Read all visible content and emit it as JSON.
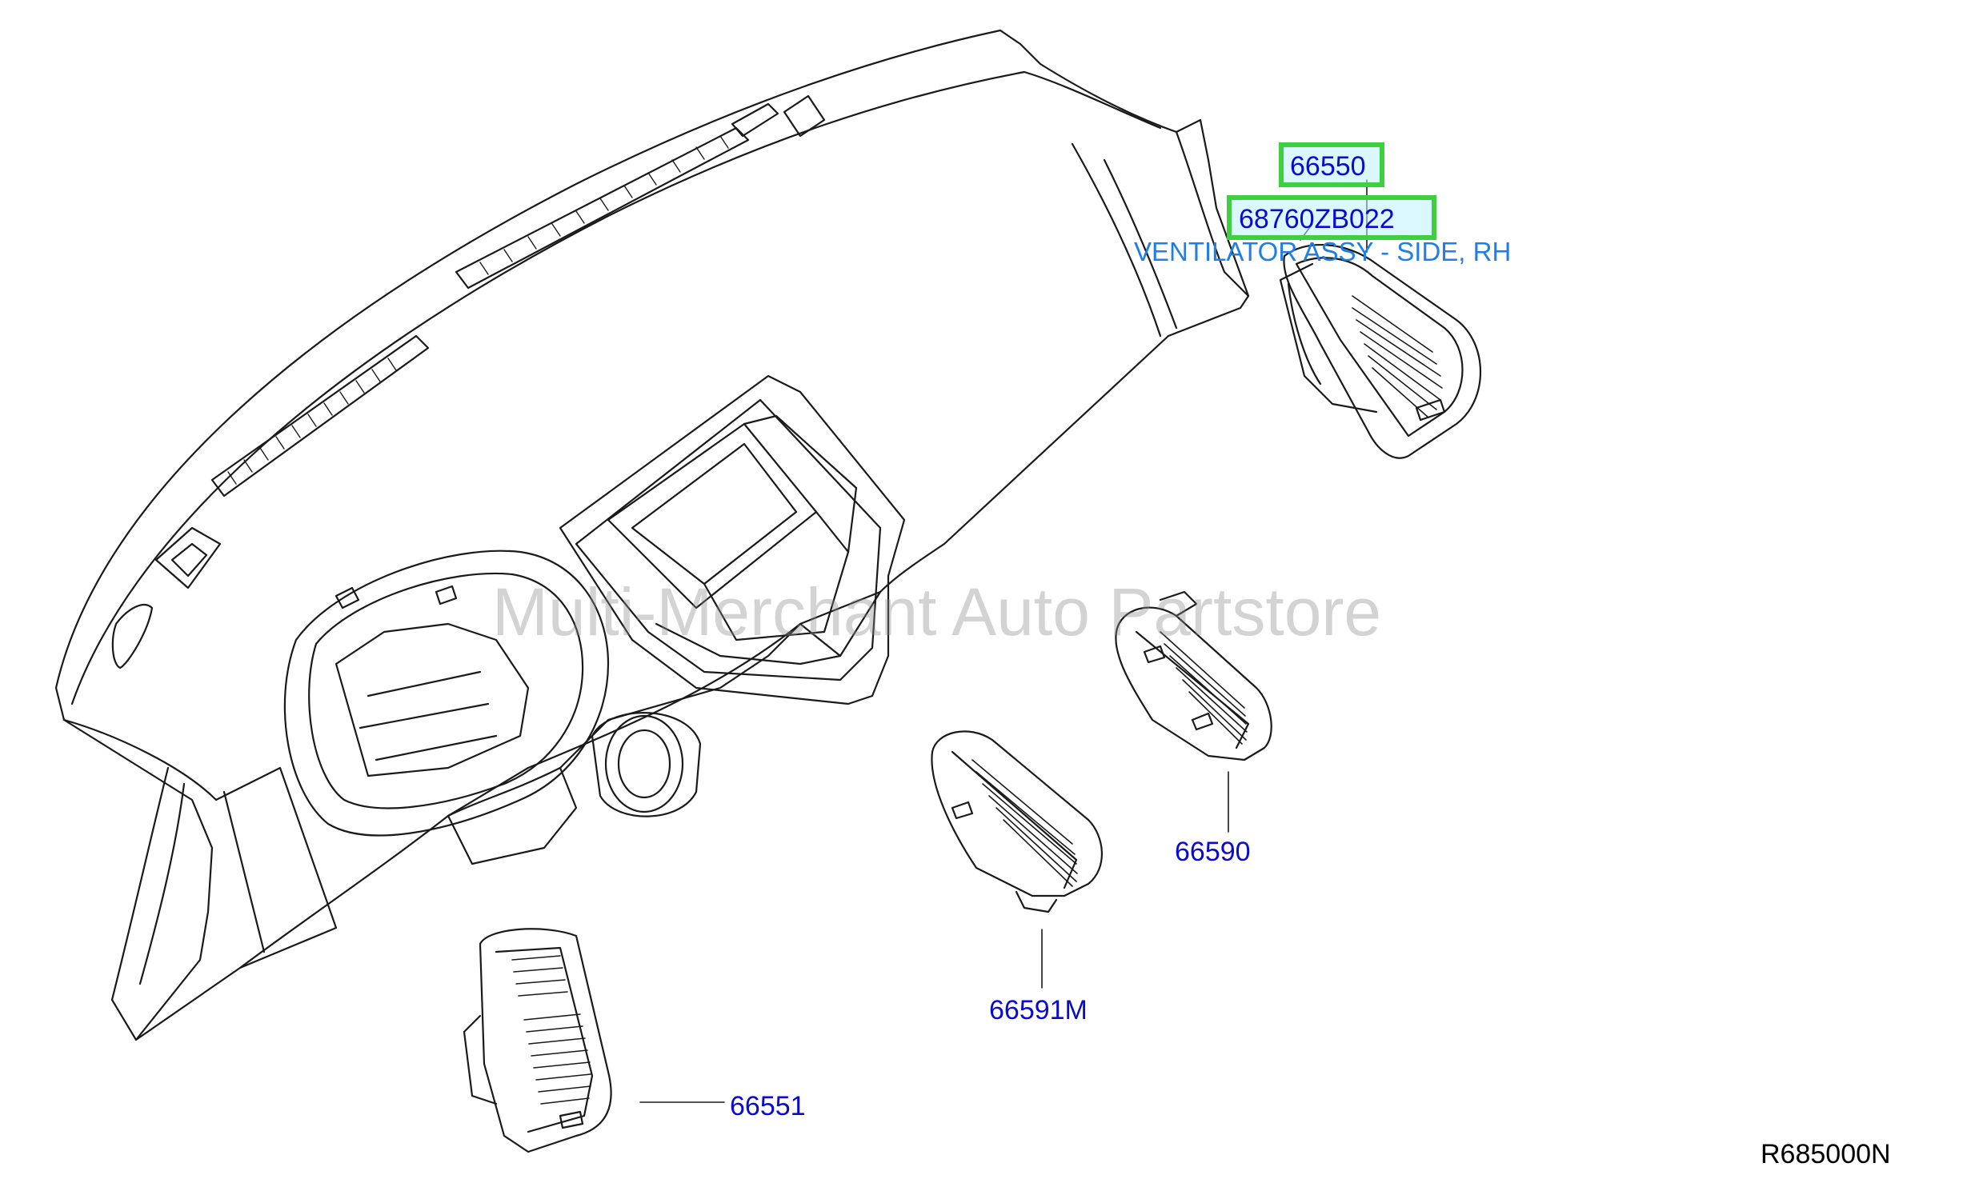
{
  "parts": [
    {
      "id": "66550",
      "highlighted": true
    },
    {
      "id": "68760ZB022",
      "highlighted": true,
      "description": "VENTILATOR ASSY - SIDE, RH"
    },
    {
      "id": "66590"
    },
    {
      "id": "66591M"
    },
    {
      "id": "66551"
    }
  ],
  "watermark": "Multi-Merchant Auto Partstore",
  "diagram_code": "R685000N",
  "colors": {
    "label": "#0a0ad2",
    "description": "#1f7fe6",
    "highlight_border": "#3fd03f",
    "highlight_fill": "#bef0ff",
    "line_art": "#1a1a1a"
  }
}
